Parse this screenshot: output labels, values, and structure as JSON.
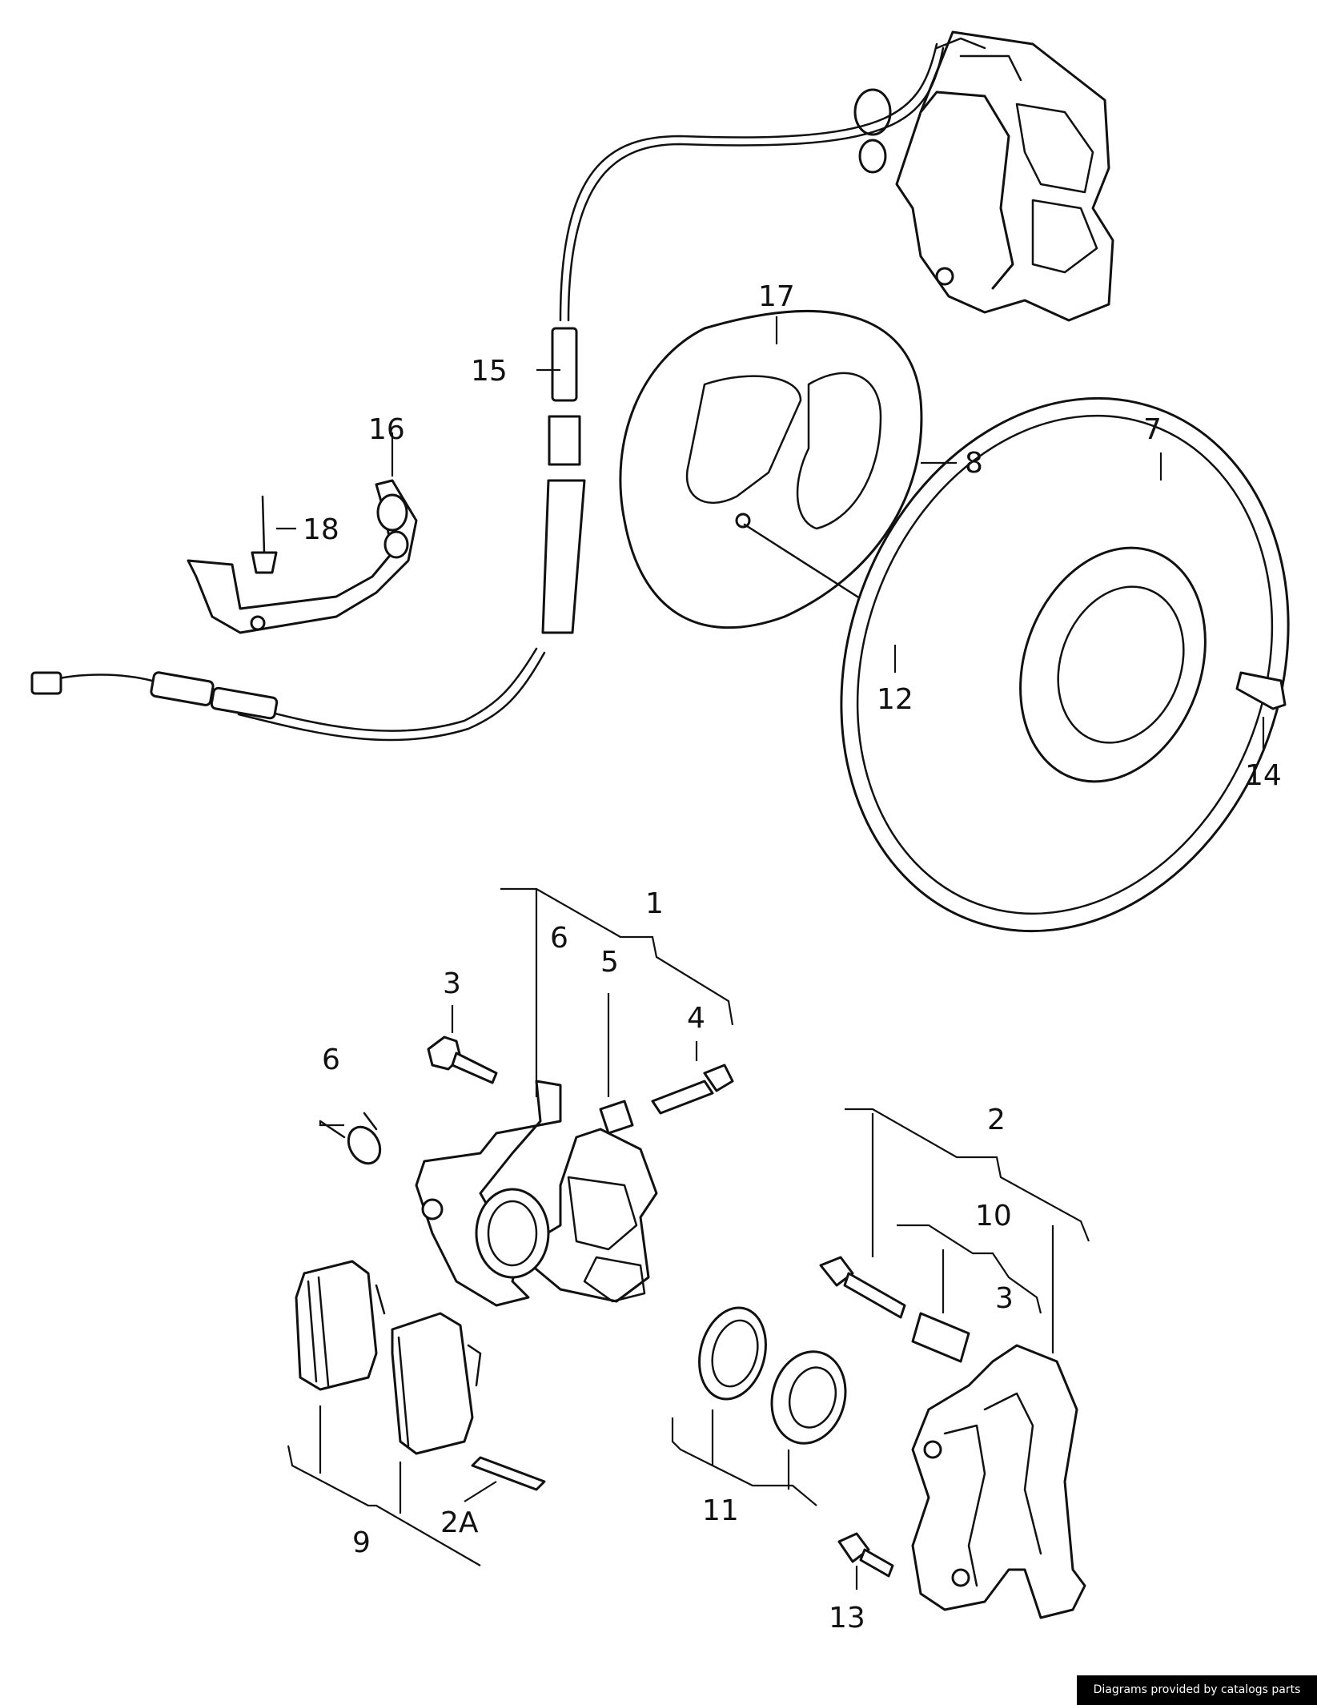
{
  "labels": {
    "p1": "1",
    "p2": "2",
    "p2a": "2A",
    "p3a": "3",
    "p3b": "3",
    "p4": "4",
    "p5": "5",
    "p6a": "6",
    "p6b": "6",
    "p7": "7",
    "p8": "8",
    "p9": "9",
    "p10": "10",
    "p11": "11",
    "p12": "12",
    "p13": "13",
    "p14": "14",
    "p15": "15",
    "p16": "16",
    "p17": "17",
    "p18": "18"
  },
  "credit": "Diagrams provided by catalogs parts"
}
